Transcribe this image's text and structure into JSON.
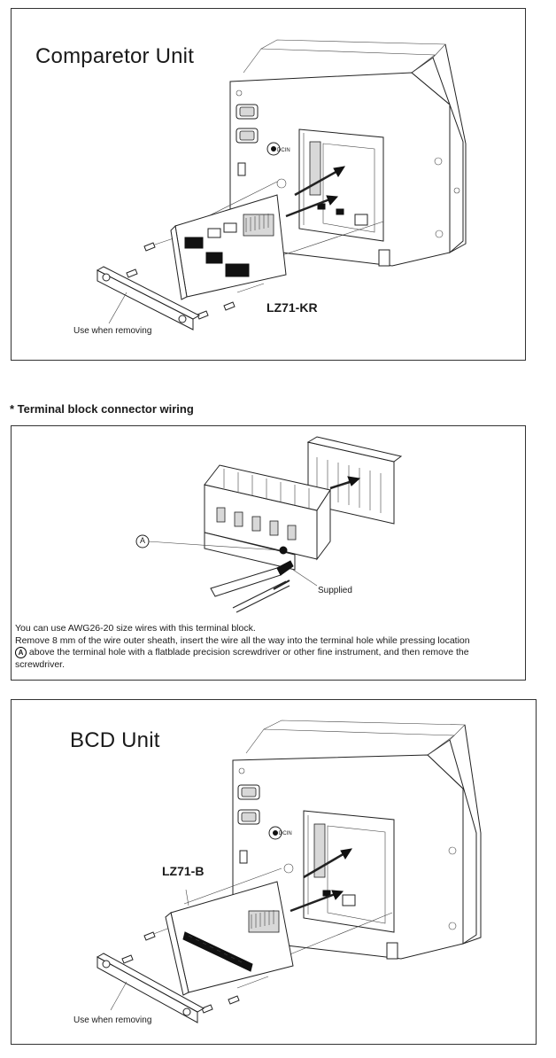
{
  "comparator": {
    "title": "Comparetor Unit",
    "part_label": "LZ71-KR",
    "removing_label": "Use when removing",
    "dcin_label": "DCIN"
  },
  "terminal": {
    "heading": "* Terminal block connector wiring",
    "callout_a": "A",
    "supplied_label": "Supplied",
    "note_line1": "You can use AWG26-20 size wires with this terminal block.",
    "note_line2": "Remove 8 mm of the wire outer sheath, insert the wire all the way into the terminal hole while pressing location",
    "note_circle": "A",
    "note_line3": "above the terminal hole with a flatblade precision screwdriver or other fine instrument, and then remove the screwdriver."
  },
  "bcd": {
    "title": "BCD Unit",
    "part_label": "LZ71-B",
    "removing_label": "Use when removing",
    "dcin_label": "DCIN"
  }
}
